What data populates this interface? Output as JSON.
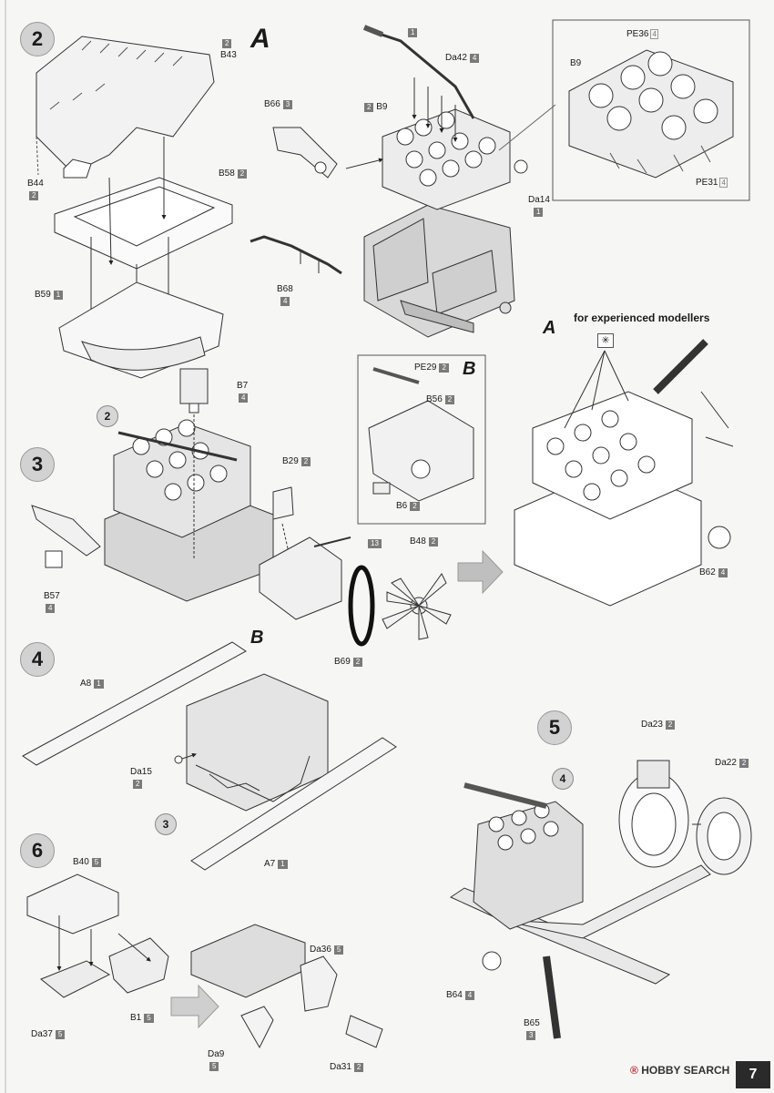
{
  "steps": {
    "s2": "2",
    "s3": "3",
    "s4": "4",
    "s5": "5",
    "s6": "6"
  },
  "callouts": {
    "c2": "2",
    "c3": "3",
    "c4": "4"
  },
  "sub": {
    "A": "A",
    "A2": "A",
    "B": "B",
    "B2": "B"
  },
  "header": "for experienced modellers",
  "labels": {
    "p1": "1",
    "da42": "Da42",
    "da42n": "4",
    "pe36": "PE36",
    "pe36q": "4",
    "b43n": "2",
    "b43": "B43",
    "b9": "B9",
    "b9n": "2",
    "b9r": "B9",
    "b66": "B66",
    "b66n": "3",
    "b44": "B44",
    "b44n": "2",
    "b58": "B58",
    "b58n": "2",
    "da14": "Da14",
    "da14n": "1",
    "pe31": "PE31",
    "pe31q": "4",
    "b68": "B68",
    "b68n": "4",
    "b59": "B59",
    "b59n": "1",
    "pe29": "PE29",
    "pe29n": "2",
    "b7": "B7",
    "b7n": "4",
    "b56": "B56",
    "b56n": "2",
    "b29": "B29",
    "b29n": "2",
    "b6": "B6",
    "b6n": "2",
    "b48": "B48",
    "b48n": "2",
    "p13": "13",
    "b57": "B57",
    "b57n": "4",
    "b69": "B69",
    "b69n": "2",
    "b62": "B62",
    "b62n": "4",
    "a8": "A8",
    "a8n": "1",
    "da15": "Da15",
    "da15n": "2",
    "a7": "A7",
    "a7n": "1",
    "da23": "Da23",
    "da23n": "2",
    "da22": "Da22",
    "da22n": "2",
    "b40": "B40",
    "b40n": "5",
    "da36": "Da36",
    "da36n": "5",
    "b1": "B1",
    "b1n": "5",
    "da37": "Da37",
    "da37n": "5",
    "da9": "Da9",
    "da9n": "5",
    "da31": "Da31",
    "da31n": "2",
    "b64": "B64",
    "b64n": "4",
    "b65": "B65",
    "b65n": "3"
  },
  "watermark": {
    "brand": "HOBBY SEARCH",
    "mark": "®"
  },
  "page_number": "7"
}
